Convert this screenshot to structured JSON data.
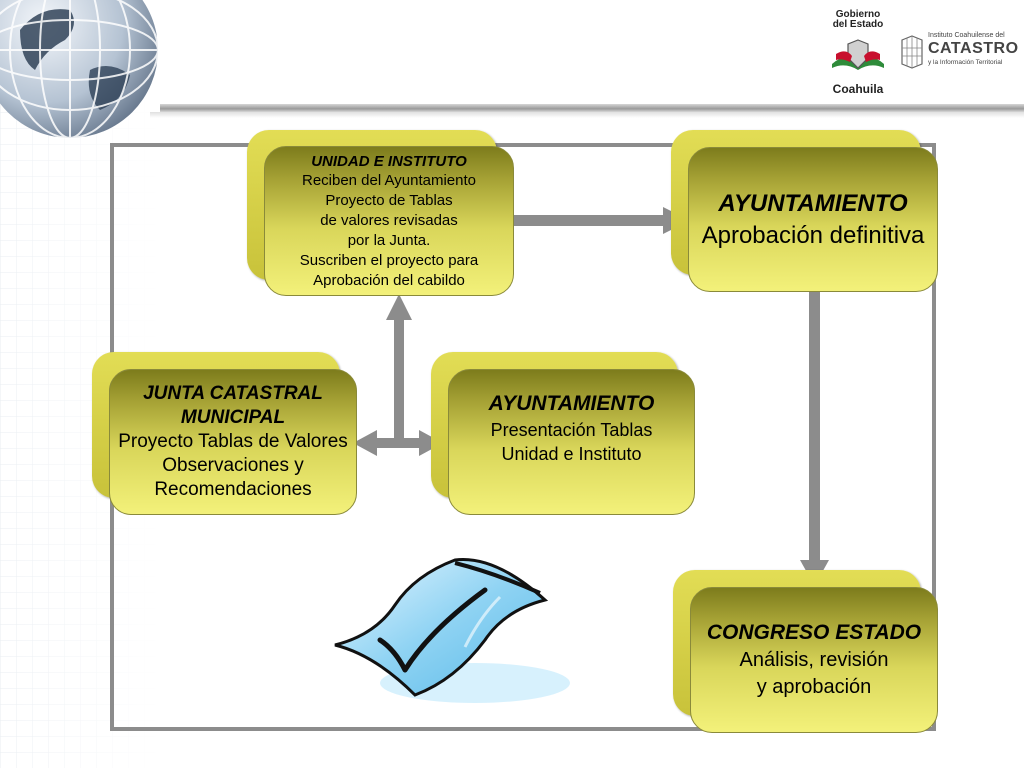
{
  "header": {
    "logo_gobierno": {
      "line1": "Gobierno",
      "line2": "del Estado",
      "name": "Coahuila"
    },
    "logo_catastro": {
      "line1": "Instituto Coahuilense del",
      "name": "CATASTRO",
      "line3": "y la Información Territorial"
    }
  },
  "diagram": {
    "nodes": {
      "unidad": {
        "title": "UNIDAD E INSTITUTO",
        "lines": [
          "Reciben del Ayuntamiento",
          "Proyecto de Tablas",
          "de valores revisadas",
          "por la Junta.",
          "Suscriben el proyecto para",
          "Aprobación del cabildo"
        ]
      },
      "ayuntamiento_def": {
        "title": "AYUNTAMIENTO",
        "lines": [
          "Aprobación definitiva"
        ]
      },
      "junta": {
        "title1": "JUNTA CATASTRAL",
        "title2": "MUNICIPAL",
        "lines": [
          "Proyecto Tablas de Valores",
          "Observaciones y",
          "Recomendaciones"
        ]
      },
      "ayuntamiento_pres": {
        "title": "AYUNTAMIENTO",
        "lines": [
          "Presentación Tablas",
          "Unidad e Instituto"
        ]
      },
      "congreso": {
        "title": "CONGRESO ESTADO",
        "lines": [
          "Análisis, revisión",
          "y aprobación"
        ]
      }
    },
    "edges": [
      {
        "from": "junta",
        "to": "ayuntamiento_pres",
        "kind": "bidirectional"
      },
      {
        "from": "junta",
        "to": "unidad",
        "kind": "arrow"
      },
      {
        "from": "unidad",
        "to": "ayuntamiento_def",
        "kind": "arrow"
      },
      {
        "from": "ayuntamiento_def",
        "to": "congreso",
        "kind": "arrow"
      }
    ]
  },
  "colors": {
    "box_light": "#f3f17a",
    "box_dark": "#7d7c1c",
    "arrow": "#8c8c8c",
    "frame": "#8c8c8c"
  }
}
